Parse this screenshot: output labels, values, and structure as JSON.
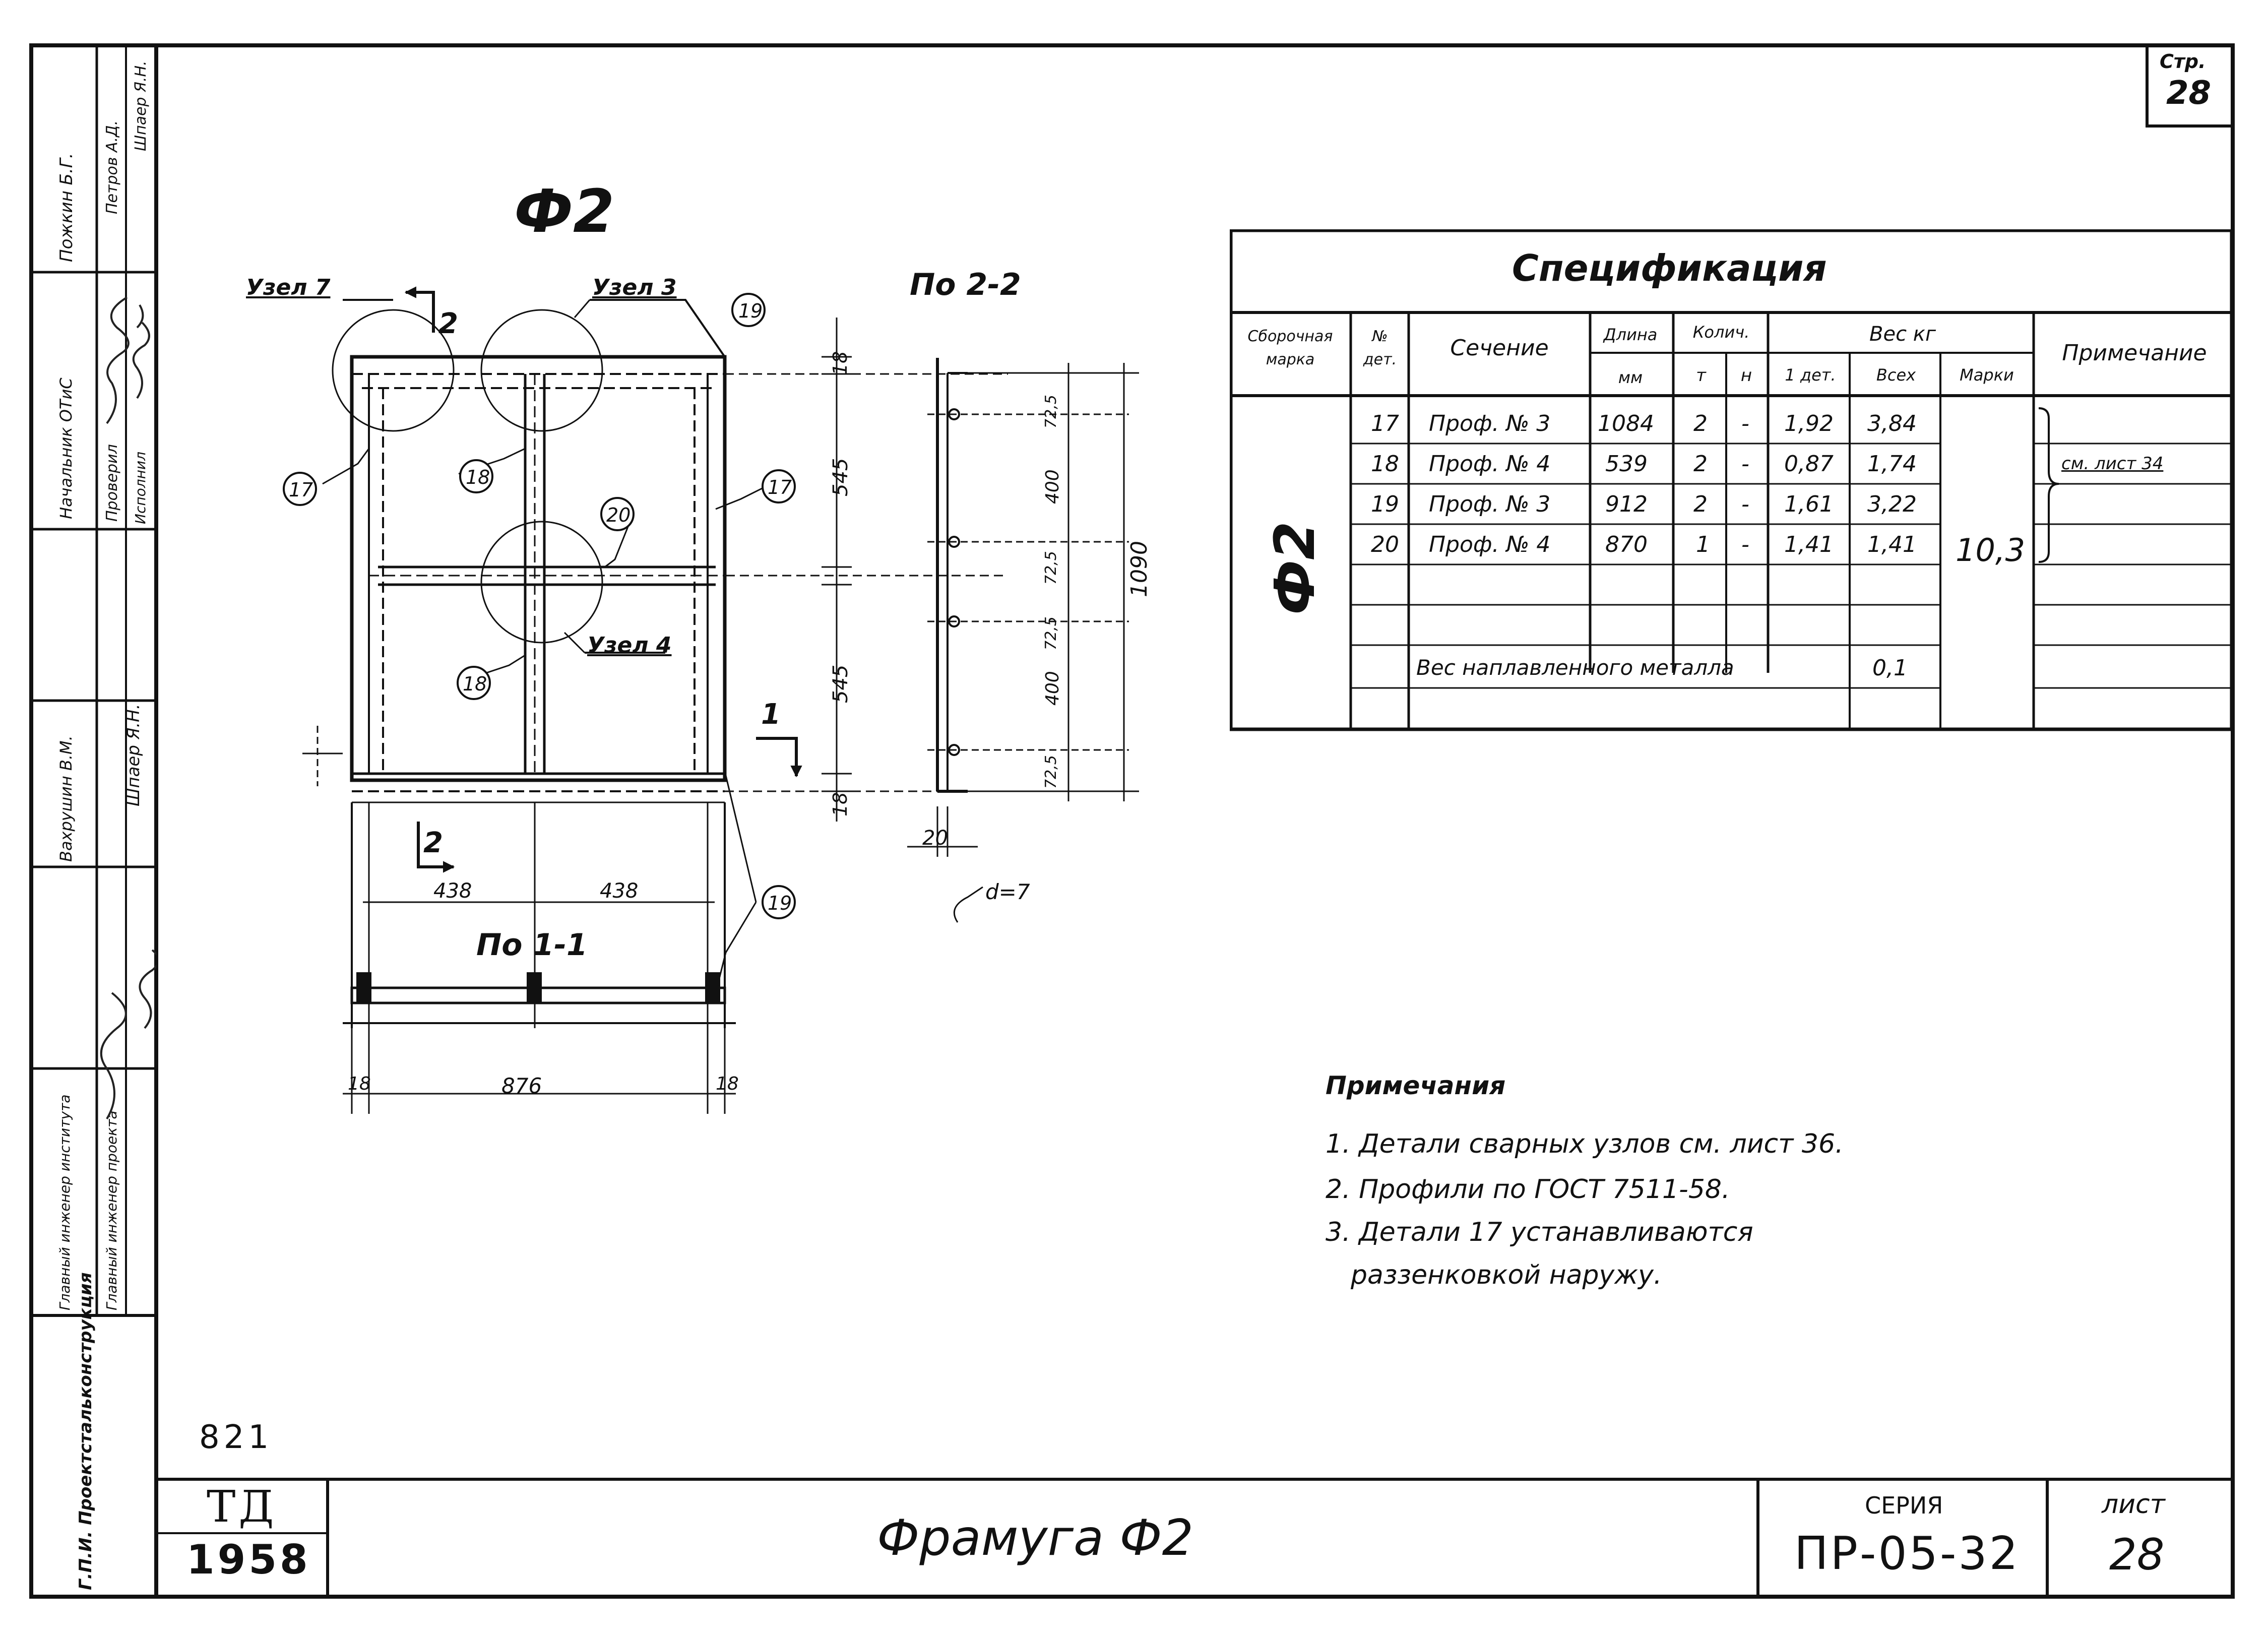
{
  "frame": {
    "page_label": "Стр.",
    "page_number": "28",
    "bottom_number": "821"
  },
  "side_stamp": {
    "rows": [
      "Пожкин Б.Г.",
      "Петров А.Д.",
      "Шпаер Я.Н.",
      "Начальник ОТиС",
      "Проверил",
      "Исполнил",
      "Вахрушин В.М.",
      "Шпаер Я.Н.",
      "Главный инженер института",
      "Главный инженер проекта",
      "Г.П.И. Проектстальконструкция"
    ]
  },
  "drawing": {
    "mark": "Ф2",
    "section_22_title": "По 2-2",
    "section_11_title": "По 1-1",
    "node_labels": [
      "Узел 7",
      "Узел 3",
      "Узел 4"
    ],
    "cut_marks": [
      "2",
      "2",
      "1"
    ],
    "part_callouts": [
      "17",
      "17",
      "18",
      "18",
      "19",
      "19",
      "20"
    ],
    "dims": {
      "top_offset": "18",
      "upper_panel": "545",
      "lower_panel": "545",
      "bottom_offset": "18",
      "half_width_left": "438",
      "half_width_right": "438",
      "total_width": "876",
      "left_edge": "18",
      "right_edge": "18",
      "side_total": "1090",
      "side_top": "72,5",
      "side_400a": "400",
      "side_mid_a": "72,5",
      "side_mid_b": "72,5",
      "side_400b": "400",
      "side_bottom": "72,5",
      "profile_width": "20",
      "hole": "d=7"
    }
  },
  "specification": {
    "title": "Спецификация",
    "headers": {
      "assembly_mark": "Сборочная марка",
      "part_no": "№ дет.",
      "section": "Сечение",
      "length": "Длина",
      "length_unit": "мм",
      "qty": "Колич.",
      "qty_t": "т",
      "qty_n": "н",
      "weight": "Вес кг",
      "weight_one": "1 дет.",
      "weight_all": "Всех",
      "weight_mark": "Марки",
      "note": "Примечание"
    },
    "assembly_mark_value": "Ф2",
    "rows": [
      {
        "no": "17",
        "section": "Проф. № 3",
        "length": "1084",
        "t": "2",
        "n": "-",
        "one": "1,92",
        "all": "3,84"
      },
      {
        "no": "18",
        "section": "Проф. № 4",
        "length": "539",
        "t": "2",
        "n": "-",
        "one": "0,87",
        "all": "1,74"
      },
      {
        "no": "19",
        "section": "Проф. № 3",
        "length": "912",
        "t": "2",
        "n": "-",
        "one": "1,61",
        "all": "3,22"
      },
      {
        "no": "20",
        "section": "Проф. № 4",
        "length": "870",
        "t": "1",
        "n": "-",
        "one": "1,41",
        "all": "1,41"
      }
    ],
    "mark_weight": "10,3",
    "note_ref": "см. лист 34",
    "deposited_label": "Вес наплавленного металла",
    "deposited_value": "0,1"
  },
  "notes": {
    "title": "Примечания",
    "items": [
      "1. Детали сварных узлов см. лист 36.",
      "2. Профили по ГОСТ 7511-58.",
      "3. Детали 17 устанавливаются",
      "раззенковкой наружу."
    ]
  },
  "title_block": {
    "logo": "ТД",
    "year": "1958",
    "drawing_title": "Фрамуга Ф2",
    "series_label": "СЕРИЯ",
    "series_value": "ПР-05-32",
    "sheet_label": "лист",
    "sheet_value": "28"
  }
}
